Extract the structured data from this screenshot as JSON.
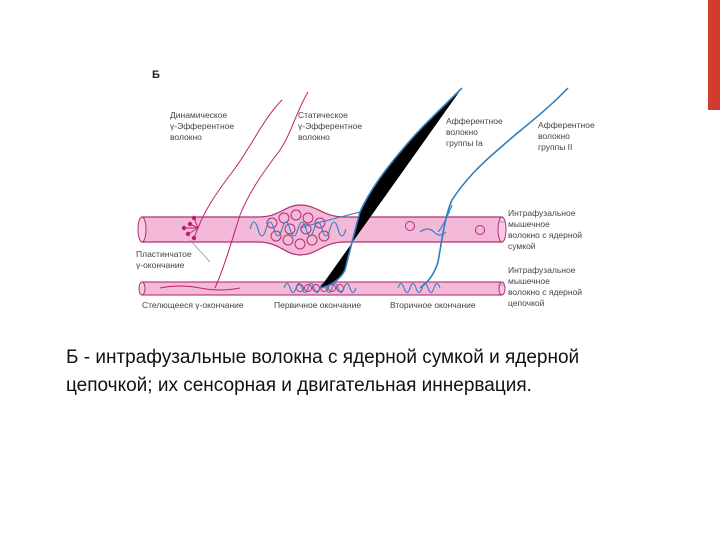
{
  "colors": {
    "accent": "#d43a2e",
    "fiber_fill": "#f4b8d8",
    "fiber_stroke": "#b03070",
    "motor_nerve": "#c0206a",
    "sensory_nerve": "#2e7fc0"
  },
  "figure": {
    "panel_letter": "Б",
    "labels": {
      "dynamic_gamma": [
        "Динамическое",
        "γ-Эфферентное",
        "волокно"
      ],
      "static_gamma": [
        "Статическое",
        "γ-Эфферентное",
        "волокно"
      ],
      "afferent_ia": [
        "Афферентное",
        "волокно",
        "группы Ia"
      ],
      "afferent_ii": [
        "Афферентное",
        "волокно",
        "группы II"
      ],
      "bag_fiber": [
        "Интрафузальное",
        "мышечное",
        "волокно с ядерной",
        "сумкой"
      ],
      "chain_fiber": [
        "Интрафузальное",
        "мышечное",
        "волокно с ядерной",
        "цепочкой"
      ],
      "plate_ending": [
        "Пластинчатое",
        "γ-окончание"
      ],
      "trail_ending": "Стелющееся γ-окончание",
      "primary_ending": "Первичное окончание",
      "secondary_ending": "Вторичное окончание"
    }
  },
  "caption": "Б - интрафузальные волокна с ядерной сумкой и ядерной цепочкой; их сенсорная и двигательная иннервация."
}
